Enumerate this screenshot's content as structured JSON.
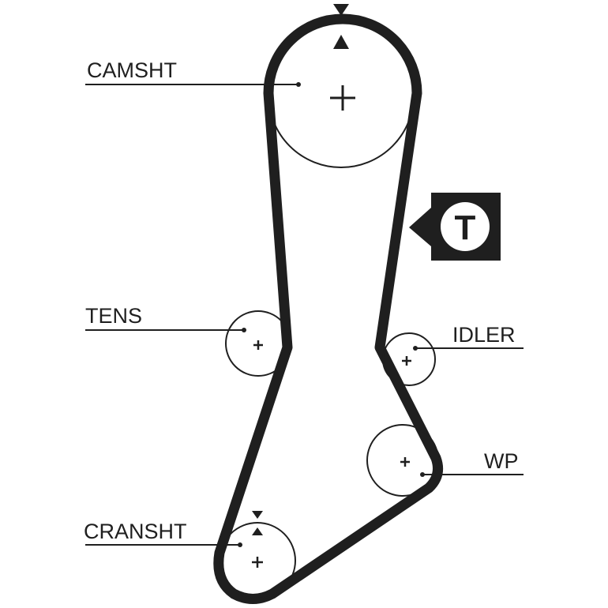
{
  "labels": {
    "camshaft": "CAMSHT",
    "tensioner": "TENS",
    "idler": "IDLER",
    "water_pump": "WP",
    "crankshaft": "CRANSHT"
  },
  "tension_badge": {
    "letter": "T"
  },
  "colors": {
    "belt": "#1f1f1f",
    "pulley_outline": "#1f1f1f",
    "badge_fill": "#1f1f1f",
    "badge_letter_bg": "#ffffff",
    "background": "#ffffff"
  },
  "icons": [
    "timing-mark-down-triangle",
    "timing-mark-up-triangle",
    "center-cross"
  ]
}
